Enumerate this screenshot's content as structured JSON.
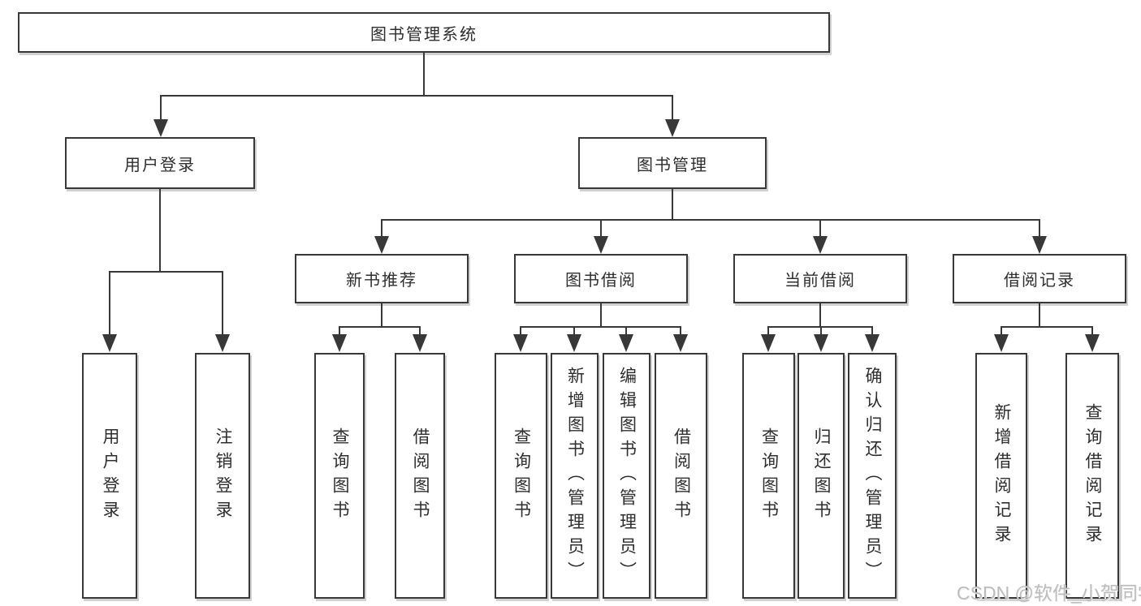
{
  "tree": {
    "root": {
      "label": "图书管理系统"
    },
    "branches": [
      {
        "label": "用户登录",
        "leaves": [
          "用户登录",
          "注销登录"
        ]
      },
      {
        "label": "图书管理",
        "groups": [
          {
            "label": "新书推荐",
            "leaves": [
              "查询图书",
              "借阅图书"
            ]
          },
          {
            "label": "图书借阅",
            "leaves": [
              "查询图书",
              "新增图书（管理员）",
              "编辑图书（管理员）",
              "借阅图书"
            ]
          },
          {
            "label": "当前借阅",
            "leaves": [
              "查询图书",
              "归还图书",
              "确认归还（管理员）"
            ]
          },
          {
            "label": "借阅记录",
            "leaves": [
              "新增借阅记录",
              "查询借阅记录"
            ]
          }
        ]
      }
    ]
  },
  "watermark": {
    "text": "CSDN @软件_小贺同学"
  },
  "colors": {
    "line": "#383838",
    "box_border": "#383838",
    "box_fill": "#ffffff",
    "text": "#2e2e2e",
    "watermark": "#bcbcbc",
    "background": "#ffffff"
  }
}
